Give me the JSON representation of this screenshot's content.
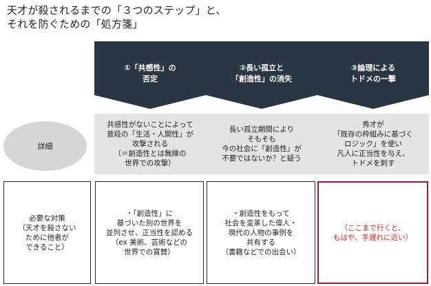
{
  "title": {
    "line1": "天才が殺されるまでの「３つのステップ」と、",
    "line2": "それを防ぐための「処方箋」"
  },
  "steps": [
    {
      "lines": [
        "①「共感性」の",
        "否定"
      ]
    },
    {
      "lines": [
        "②長い孤立と",
        "「創造性」の消失"
      ]
    },
    {
      "lines": [
        "③論理による",
        "トドメの一撃"
      ]
    }
  ],
  "detail_label": "詳細",
  "details": [
    {
      "lines": [
        "共感性がないことによって",
        "普段の「生活・人間性」が",
        "攻撃される",
        "（＝創造性とは無縁の",
        "世界での攻撃）"
      ]
    },
    {
      "lines": [
        "長い孤立期間により",
        "そもそも",
        "今の社会に「創造性」が",
        "不要ではないか？と疑う"
      ]
    },
    {
      "lines": [
        "秀才が",
        "「既存の枠組みに基づく",
        "ロジック」を使い",
        "凡人に正当性を与え、",
        "トドメを刺す"
      ]
    }
  ],
  "needed_label": {
    "lines": [
      "必要な対策",
      "（天才を殺さない",
      "ために他者が",
      "できること）"
    ]
  },
  "measures": [
    {
      "lines": [
        "・「創造性」に",
        "基づいた別の世界を",
        "並列させ、正当性を認める",
        "（ex 美術、芸術などの",
        "世界での賞賛）"
      ]
    },
    {
      "lines": [
        "・創造性をもって",
        "社会を変革した偉人・",
        "現代の人物の事例を",
        "共有する",
        "（書籍などでの出会い）"
      ]
    },
    {
      "lines": [
        "（ここまで行くと、",
        "もはや、手遅れに近い）"
      ]
    }
  ],
  "colors": {
    "chevron": "#2b3645",
    "detail_bg": "#e4e4e4",
    "ellipse": "#d6d6d6",
    "warning_text": "#d41f1f",
    "warning_border": "#b01530"
  }
}
